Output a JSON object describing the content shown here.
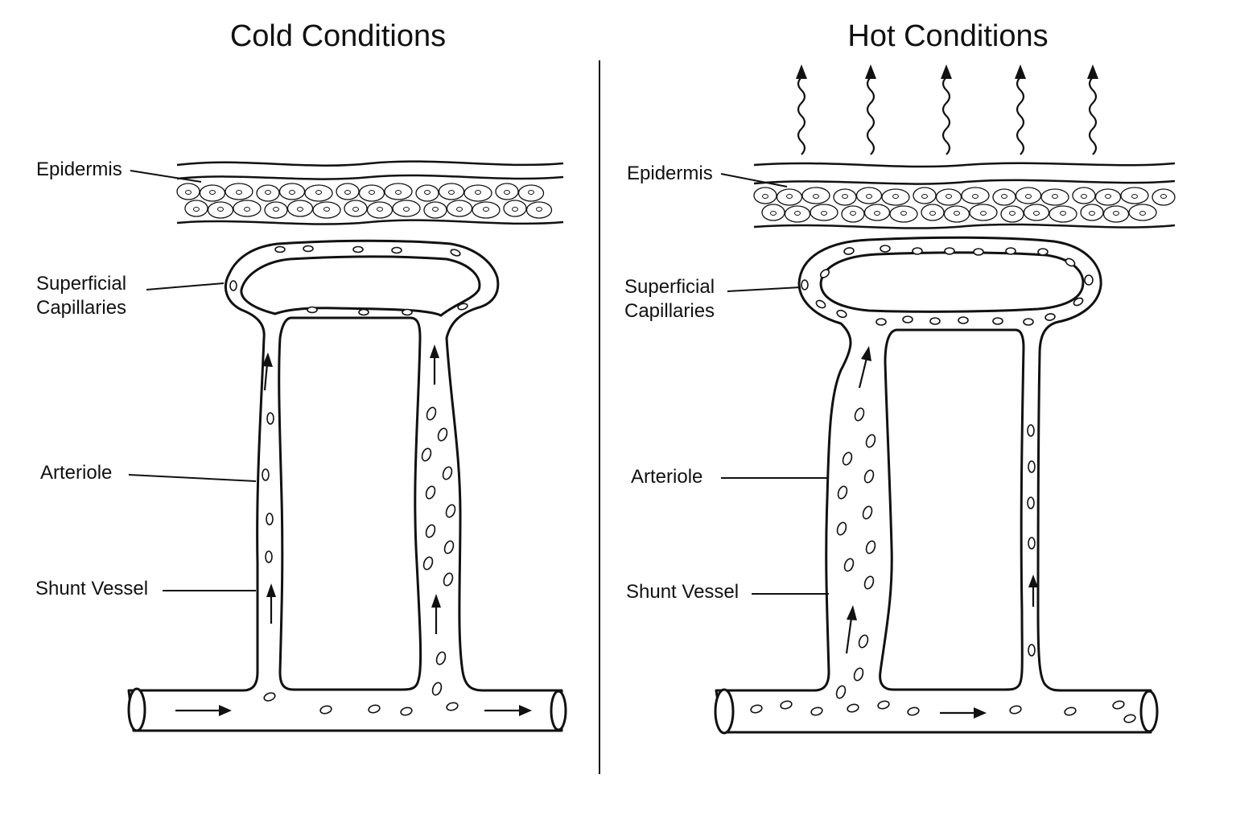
{
  "panels": {
    "cold": {
      "title": "Cold Conditions",
      "labels": {
        "epidermis": "Epidermis",
        "capillaries_line1": "Superficial",
        "capillaries_line2": "Capillaries",
        "arteriole": "Arteriole",
        "shunt": "Shunt Vessel"
      }
    },
    "hot": {
      "title": "Hot Conditions",
      "labels": {
        "epidermis": "Epidermis",
        "capillaries_line1": "Superficial",
        "capillaries_line2": "Capillaries",
        "arteriole": "Arteriole",
        "shunt": "Shunt Vessel"
      }
    }
  },
  "colors": {
    "ink": "#111111",
    "background": "#ffffff"
  },
  "icons": [
    "heat-radiation-arrow-icon",
    "blood-flow-arrow-icon",
    "red-blood-cell-icon",
    "skin-cell-icon"
  ]
}
